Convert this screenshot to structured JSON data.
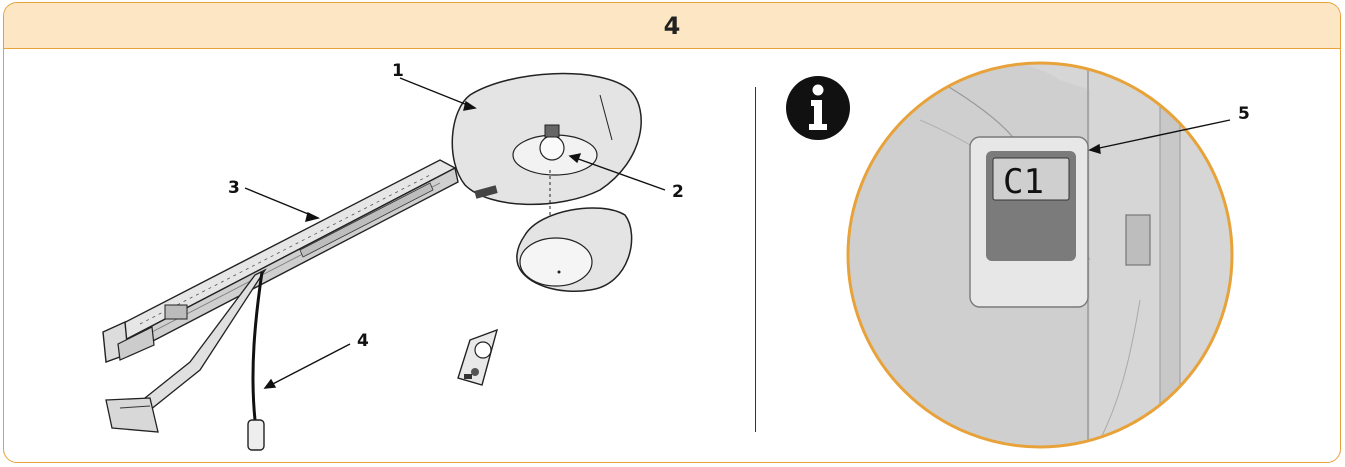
{
  "header": {
    "step_number": "4"
  },
  "callouts": {
    "c1": "1",
    "c2": "2",
    "c3": "3",
    "c4": "4",
    "c5": "5"
  },
  "info_icon": {
    "name": "info-icon",
    "glyph": "i"
  },
  "display": {
    "code": "C1"
  },
  "colors": {
    "accent": "#e8a23a",
    "header_bg": "#fde6c4",
    "display_panel": "#7b7b7b",
    "lcd_bg": "#cfcfcf"
  }
}
